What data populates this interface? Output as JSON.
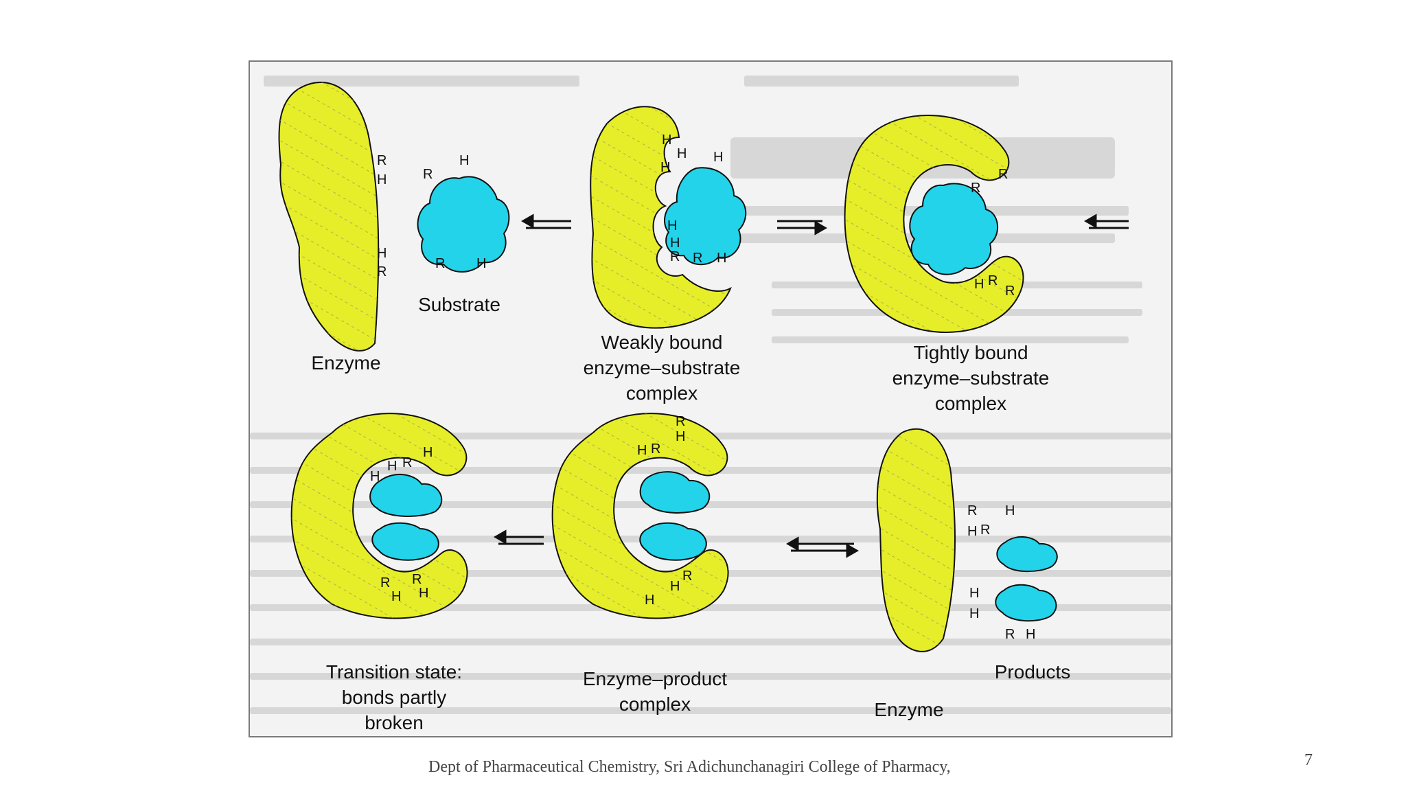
{
  "diagram": {
    "stages": [
      {
        "id": "enzyme",
        "label": "Enzyme"
      },
      {
        "id": "substrate",
        "label": "Substrate"
      },
      {
        "id": "weak",
        "label": "Weakly bound\nenzyme–substrate\ncomplex"
      },
      {
        "id": "tight",
        "label": "Tightly bound\nenzyme–substrate\ncomplex"
      },
      {
        "id": "transition",
        "label": "Transition state:\nbonds partly\nbroken"
      },
      {
        "id": "ep",
        "label": "Enzyme–product\ncomplex"
      },
      {
        "id": "enzyme2",
        "label": "Enzyme"
      },
      {
        "id": "products",
        "label": "Products"
      }
    ],
    "group_letters": {
      "r": "R",
      "h": "H"
    },
    "colors": {
      "enzyme": "#e6ee2a",
      "substrate": "#22d3ea",
      "outline": "#111111",
      "frame_bg": "#f3f3f3"
    }
  },
  "footer": {
    "department": "Dept of Pharmaceutical Chemistry, Sri Adichunchanagiri College of Pharmacy,",
    "page_number": "7"
  }
}
